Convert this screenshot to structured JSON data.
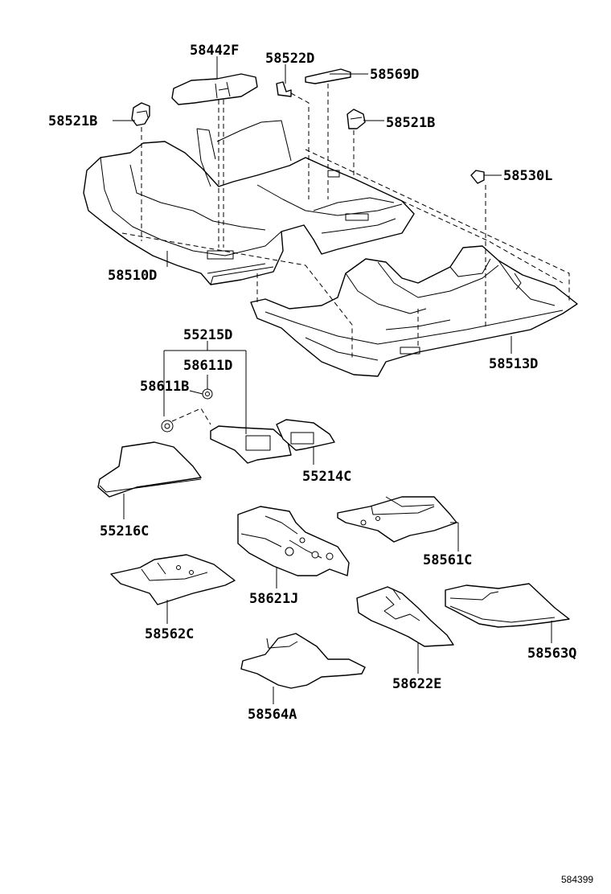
{
  "diagram_ref": "584399",
  "parts": [
    {
      "id": "p58442F",
      "label": "58442F"
    },
    {
      "id": "p58522D",
      "label": "58522D"
    },
    {
      "id": "p58569D",
      "label": "58569D"
    },
    {
      "id": "p58521B_left",
      "label": "58521B"
    },
    {
      "id": "p58521B_right",
      "label": "58521B"
    },
    {
      "id": "p58530L",
      "label": "58530L"
    },
    {
      "id": "p58510D",
      "label": "58510D"
    },
    {
      "id": "p58513D",
      "label": "58513D"
    },
    {
      "id": "p55215D",
      "label": "55215D"
    },
    {
      "id": "p58611D",
      "label": "58611D"
    },
    {
      "id": "p58611B",
      "label": "58611B"
    },
    {
      "id": "p55214C",
      "label": "55214C"
    },
    {
      "id": "p55216C",
      "label": "55216C"
    },
    {
      "id": "p58561C",
      "label": "58561C"
    },
    {
      "id": "p58621J",
      "label": "58621J"
    },
    {
      "id": "p58562C",
      "label": "58562C"
    },
    {
      "id": "p58622E",
      "label": "58622E"
    },
    {
      "id": "p58563Q",
      "label": "58563Q"
    },
    {
      "id": "p58564A",
      "label": "58564A"
    }
  ]
}
